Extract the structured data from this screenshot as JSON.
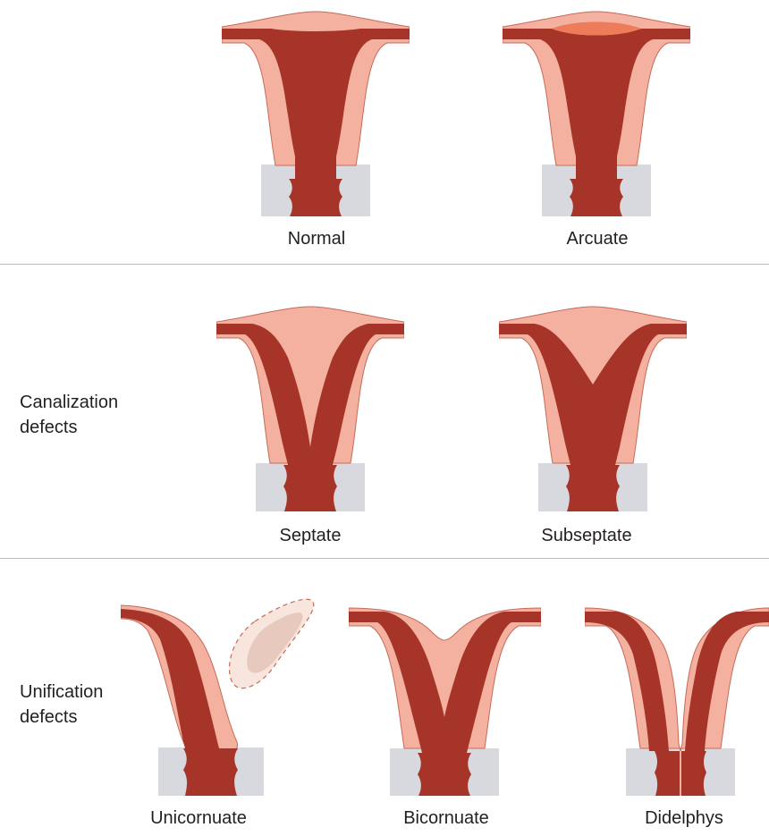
{
  "diagram": {
    "rows": [
      {
        "label_lines": [],
        "items": [
          "Normal",
          "Arcuate"
        ]
      },
      {
        "label_lines": [
          "Canalization",
          "defects"
        ],
        "items": [
          "Septate",
          "Subseptate"
        ]
      },
      {
        "label_lines": [
          "Unification",
          "defects"
        ],
        "items": [
          "Unicornuate",
          "Bicornuate",
          "Didelphys"
        ]
      }
    ]
  },
  "colors": {
    "outer_tissue": "#f5b1a0",
    "muscle": "#a73428",
    "cervix_box": "#d8d9de",
    "outline": "#c76a58",
    "ghost_horn_fill": "#f8e5dd",
    "ghost_horn_inner": "#e7c9bd",
    "divider": "#b9b9b9",
    "text": "#231f20"
  }
}
